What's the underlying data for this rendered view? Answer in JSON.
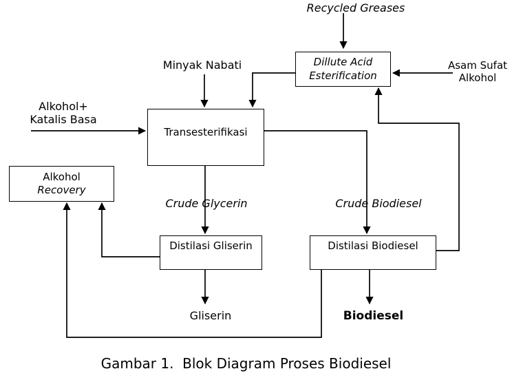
{
  "colors": {
    "background": "#ffffff",
    "line": "#000000",
    "text": "#000000"
  },
  "caption": "Gambar 1.  Blok Diagram Proses Biodiesel",
  "nodes": {
    "dillute_acid": {
      "line1": "Dillute Acid",
      "line2": "Esterification"
    },
    "transesterifikasi": {
      "label": "Transesterifikasi"
    },
    "alkohol_recovery": {
      "line1": "Alkohol",
      "line2": "Recovery"
    },
    "distilasi_gliserin": {
      "label": "Distilasi Gliserin"
    },
    "distilasi_biodiesel": {
      "label": "Distilasi Biodiesel"
    }
  },
  "stream_labels": {
    "recycled_greases": "Recycled Greases",
    "minyak_nabati": "Minyak Nabati",
    "asam_sufat": {
      "line1": "Asam Sufat",
      "line2": "Alkohol"
    },
    "alkohol_katalis": {
      "line1": "Alkohol+",
      "line2": "Katalis Basa"
    },
    "crude_glycerin": "Crude Glycerin",
    "crude_biodiesel": "Crude Biodiesel",
    "gliserin": "Gliserin",
    "biodiesel": "Biodiesel"
  },
  "edges": [
    {
      "from": "Recycled Greases",
      "to": "Dillute Acid Esterification"
    },
    {
      "from": "Asam Sufat Alkohol",
      "to": "Dillute Acid Esterification"
    },
    {
      "from": "Dillute Acid Esterification",
      "to": "Transesterifikasi"
    },
    {
      "from": "Minyak Nabati",
      "to": "Transesterifikasi"
    },
    {
      "from": "Alkohol+ Katalis Basa",
      "to": "Transesterifikasi"
    },
    {
      "from": "Transesterifikasi",
      "to": "Distilasi Gliserin",
      "label": "Crude Glycerin"
    },
    {
      "from": "Transesterifikasi",
      "to": "Distilasi Biodiesel",
      "label": "Crude Biodiesel"
    },
    {
      "from": "Distilasi Gliserin",
      "to": "Gliserin"
    },
    {
      "from": "Distilasi Biodiesel",
      "to": "Biodiesel"
    },
    {
      "from": "Distilasi Gliserin",
      "to": "Alkohol Recovery"
    },
    {
      "from": "Distilasi Biodiesel",
      "to": "Alkohol Recovery"
    },
    {
      "from": "Distilasi Biodiesel",
      "to": "Dillute Acid Esterification"
    }
  ]
}
